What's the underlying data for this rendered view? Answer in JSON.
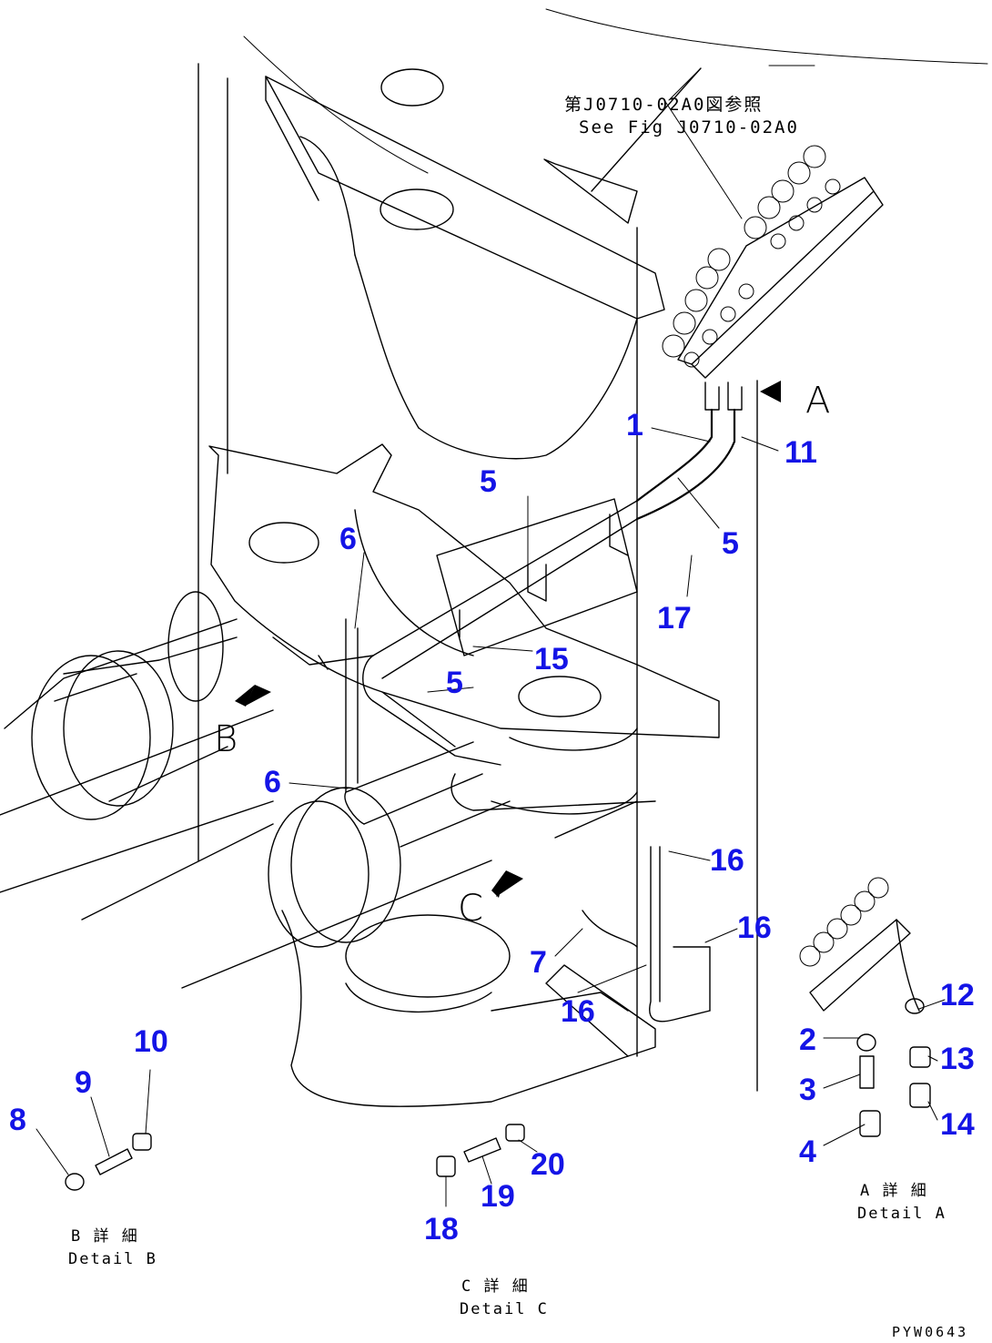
{
  "reference_note": {
    "jp": "第J0710-02A0図参照",
    "en": "See Fig J0710-02A0"
  },
  "view_letters": {
    "a": "A",
    "b": "B",
    "c": "C"
  },
  "callouts": [
    {
      "id": "c1",
      "label": "1"
    },
    {
      "id": "c2",
      "label": "2"
    },
    {
      "id": "c3",
      "label": "3"
    },
    {
      "id": "c4",
      "label": "4"
    },
    {
      "id": "c5a",
      "label": "5"
    },
    {
      "id": "c5b",
      "label": "5"
    },
    {
      "id": "c5c",
      "label": "5"
    },
    {
      "id": "c6a",
      "label": "6"
    },
    {
      "id": "c6b",
      "label": "6"
    },
    {
      "id": "c7",
      "label": "7"
    },
    {
      "id": "c8",
      "label": "8"
    },
    {
      "id": "c9",
      "label": "9"
    },
    {
      "id": "c10",
      "label": "10"
    },
    {
      "id": "c11",
      "label": "11"
    },
    {
      "id": "c12",
      "label": "12"
    },
    {
      "id": "c13",
      "label": "13"
    },
    {
      "id": "c14",
      "label": "14"
    },
    {
      "id": "c15",
      "label": "15"
    },
    {
      "id": "c16a",
      "label": "16"
    },
    {
      "id": "c16b",
      "label": "16"
    },
    {
      "id": "c16c",
      "label": "16"
    },
    {
      "id": "c17",
      "label": "17"
    },
    {
      "id": "c18",
      "label": "18"
    },
    {
      "id": "c19",
      "label": "19"
    },
    {
      "id": "c20",
      "label": "20"
    }
  ],
  "details": {
    "a": {
      "jp": "A 詳 細",
      "en": "Detail A"
    },
    "b": {
      "jp": "B 詳 細",
      "en": "Detail B"
    },
    "c": {
      "jp": "C 詳 細",
      "en": "Detail C"
    }
  },
  "drawing_number": "PYW0643",
  "colors": {
    "callout": "#1414e6",
    "line": "#000000",
    "background": "#ffffff"
  }
}
